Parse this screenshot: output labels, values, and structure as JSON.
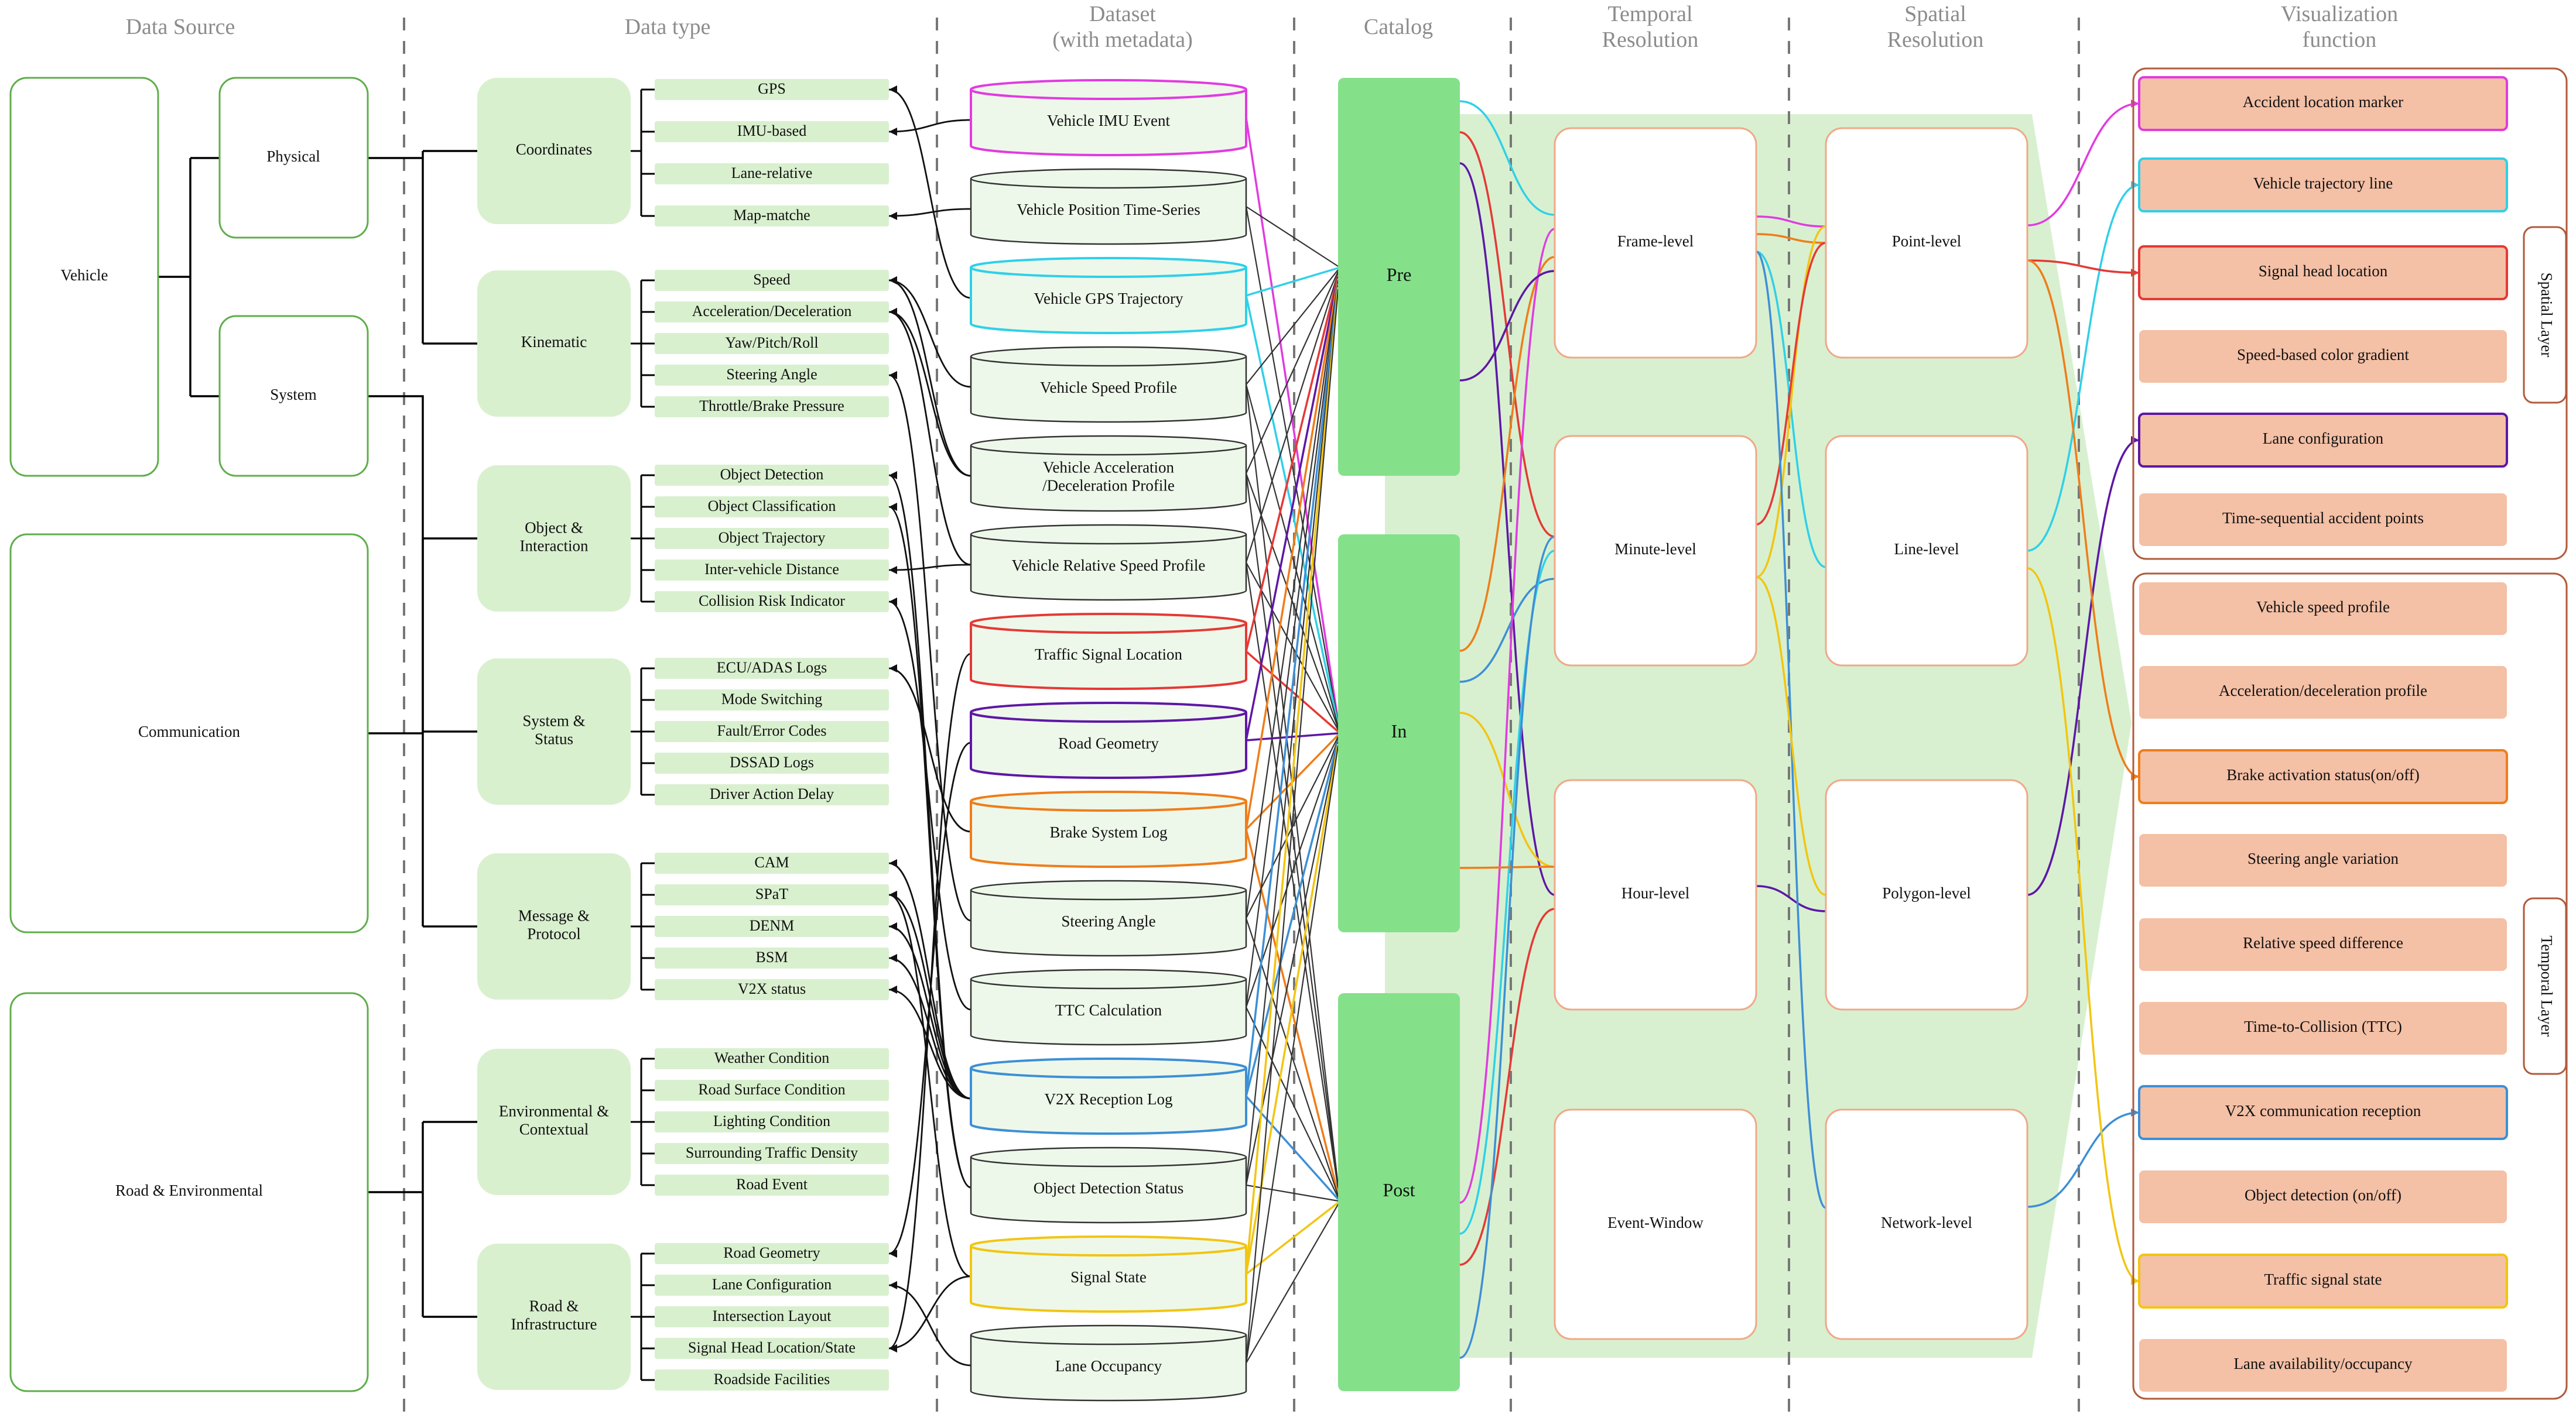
{
  "headers": {
    "source": "Data Source",
    "type": "Data type",
    "dataset": [
      "Dataset",
      "(with metadata)"
    ],
    "catalog": "Catalog",
    "temporal": [
      "Temporal",
      "Resolution"
    ],
    "spatial": [
      "Spatial",
      "Resolution"
    ],
    "viz": [
      "Visualization",
      "function"
    ]
  },
  "sources": [
    "Vehicle",
    "Communication",
    "Road & Environmental"
  ],
  "vehicle_subtypes": [
    "Physical",
    "System"
  ],
  "categories": [
    {
      "label": [
        "Coordinates"
      ],
      "items": [
        "GPS",
        "IMU-based",
        "Lane-relative",
        "Map-matche"
      ]
    },
    {
      "label": [
        "Kinematic"
      ],
      "items": [
        "Speed",
        "Acceleration/Deceleration",
        "Yaw/Pitch/Roll",
        "Steering Angle",
        "Throttle/Brake Pressure"
      ]
    },
    {
      "label": [
        "Object &",
        "Interaction"
      ],
      "items": [
        "Object Detection",
        "Object Classification",
        "Object Trajectory",
        "Inter-vehicle Distance",
        "Collision Risk Indicator"
      ]
    },
    {
      "label": [
        "System &",
        "Status"
      ],
      "items": [
        "ECU/ADAS Logs",
        "Mode Switching",
        "Fault/Error Codes",
        "DSSAD Logs",
        "Driver Action Delay"
      ]
    },
    {
      "label": [
        "Message &",
        "Protocol"
      ],
      "items": [
        "CAM",
        "SPaT",
        "DENM",
        "BSM",
        "V2X status"
      ]
    },
    {
      "label": [
        "Environmental &",
        "Contextual"
      ],
      "items": [
        "Weather Condition",
        "Road Surface Condition",
        "Lighting Condition",
        "Surrounding Traffic Density",
        "Road Event"
      ]
    },
    {
      "label": [
        "Road &",
        "Infrastructure"
      ],
      "items": [
        "Road Geometry",
        "Lane Configuration",
        "Intersection Layout",
        "Signal Head Location/State",
        "Roadside Facilities"
      ]
    }
  ],
  "datasets": [
    {
      "label": [
        "Vehicle IMU Event"
      ],
      "color": "#e13be0"
    },
    {
      "label": [
        "Vehicle Position Time-Series"
      ],
      "color": "#333333"
    },
    {
      "label": [
        "Vehicle GPS Trajectory"
      ],
      "color": "#2fd0e8"
    },
    {
      "label": [
        "Vehicle Speed Profile"
      ],
      "color": "#333333"
    },
    {
      "label": [
        "Vehicle Acceleration",
        "/Deceleration Profile"
      ],
      "color": "#333333"
    },
    {
      "label": [
        "Vehicle Relative Speed Profile"
      ],
      "color": "#333333"
    },
    {
      "label": [
        "Traffic Signal Location"
      ],
      "color": "#e53935"
    },
    {
      "label": [
        "Road Geometry"
      ],
      "color": "#5e17a6"
    },
    {
      "label": [
        "Brake System Log"
      ],
      "color": "#ef7d1a"
    },
    {
      "label": [
        "Steering Angle"
      ],
      "color": "#333333"
    },
    {
      "label": [
        "TTC Calculation"
      ],
      "color": "#333333"
    },
    {
      "label": [
        "V2X Reception Log"
      ],
      "color": "#3d8fd6"
    },
    {
      "label": [
        "Object Detection Status"
      ],
      "color": "#333333"
    },
    {
      "label": [
        "Signal State"
      ],
      "color": "#f2c511"
    },
    {
      "label": [
        "Lane Occupancy"
      ],
      "color": "#333333"
    }
  ],
  "catalog": [
    "Pre",
    "In",
    "Post"
  ],
  "temporal": [
    "Frame-level",
    "Minute-level",
    "Hour-level",
    "Event-Window"
  ],
  "spatial": [
    "Point-level",
    "Line-level",
    "Polygon-level",
    "Network-level"
  ],
  "viz_groups": [
    "Spatial Layer",
    "Temporal Layer"
  ],
  "viz": [
    {
      "label": "Accident location marker",
      "border": "#e13be0"
    },
    {
      "label": "Vehicle trajectory line",
      "border": "#2fd0e8"
    },
    {
      "label": "Signal head location",
      "border": "#e53935"
    },
    {
      "label": "Speed-based color gradient",
      "border": ""
    },
    {
      "label": "Lane configuration",
      "border": "#5e17a6"
    },
    {
      "label": "Time-sequential accident points",
      "border": ""
    },
    {
      "label": "Vehicle speed profile",
      "border": ""
    },
    {
      "label": "Acceleration/deceleration profile",
      "border": ""
    },
    {
      "label": "Brake activation status(on/off)",
      "border": "#ef7d1a"
    },
    {
      "label": "Steering angle variation",
      "border": ""
    },
    {
      "label": "Relative speed difference",
      "border": ""
    },
    {
      "label": "Time-to-Collision (TTC)",
      "border": ""
    },
    {
      "label": "V2X communication reception",
      "border": "#3d8fd6"
    },
    {
      "label": "Object detection (on/off)",
      "border": ""
    },
    {
      "label": "Traffic signal state",
      "border": "#f2c511"
    },
    {
      "label": "Lane availability/occupancy",
      "border": ""
    }
  ]
}
